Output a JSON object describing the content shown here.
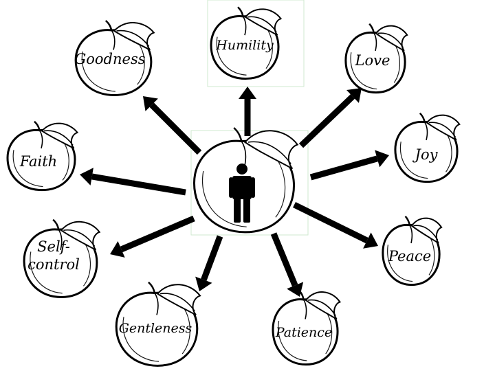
{
  "diagram": {
    "center": {
      "icon": "person-icon"
    },
    "fruits": [
      {
        "id": "humility",
        "label": "Humility"
      },
      {
        "id": "goodness",
        "label": "Goodness"
      },
      {
        "id": "love",
        "label": "Love"
      },
      {
        "id": "faith",
        "label": "Faith"
      },
      {
        "id": "joy",
        "label": "Joy"
      },
      {
        "id": "self-control",
        "label": "Self-\ncontrol"
      },
      {
        "id": "peace",
        "label": "Peace"
      },
      {
        "id": "gentleness",
        "label": "Gentleness"
      },
      {
        "id": "patience",
        "label": "Patience"
      }
    ],
    "colors": {
      "ink": "#000000",
      "background": "#ffffff",
      "guide_box": "#cfe9cf"
    }
  }
}
